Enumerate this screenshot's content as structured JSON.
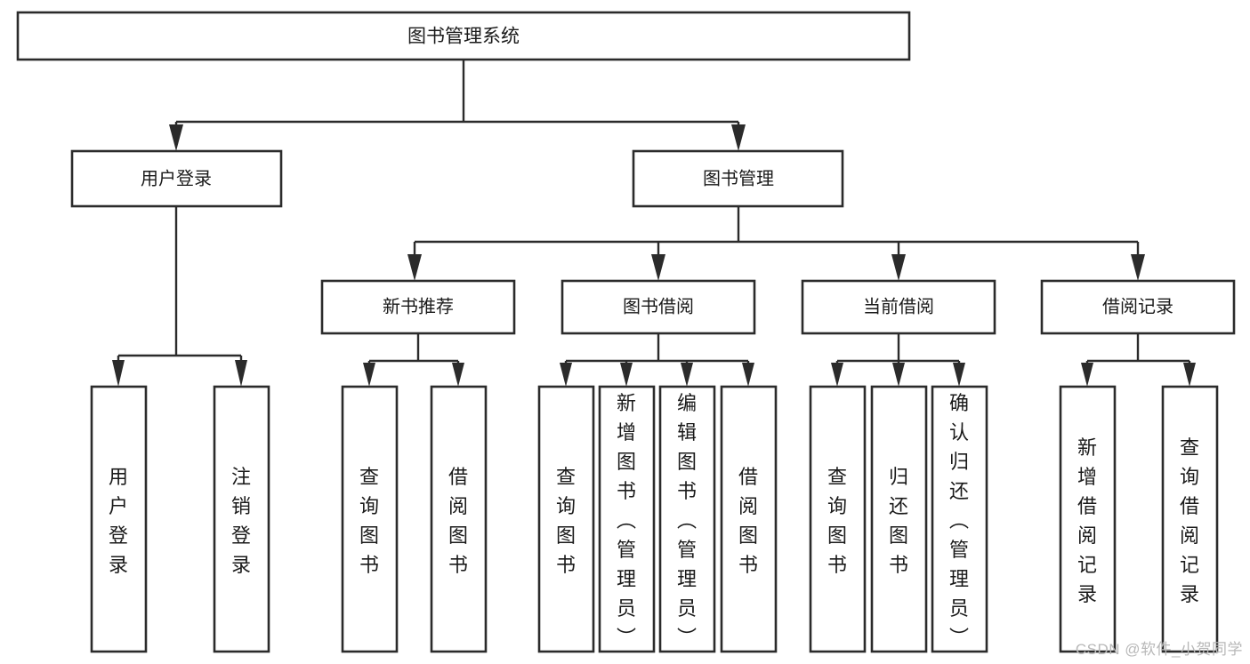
{
  "diagram": {
    "title": "图书管理系统",
    "type": "tree",
    "orientation": "top-down",
    "watermark": "CSDN @软件_小贺同学",
    "colors": {
      "box_fill": "#ffffff",
      "box_stroke": "#2b2b2b",
      "text": "#1a1a1a",
      "link": "#2b2b2b",
      "watermark": "#b8b8b8",
      "background": "#ffffff"
    }
  },
  "nodes": {
    "root": {
      "id": "root",
      "label": "图书管理系统",
      "level": 1
    },
    "level2": [
      {
        "id": "user-login",
        "label": "用户登录",
        "level": 2
      },
      {
        "id": "book-manage",
        "label": "图书管理",
        "level": 2
      }
    ],
    "level3": [
      {
        "id": "new-book-recommend",
        "label": "新书推荐",
        "level": 3,
        "parent": "book-manage"
      },
      {
        "id": "book-borrow",
        "label": "图书借阅",
        "level": 3,
        "parent": "book-manage"
      },
      {
        "id": "current-borrow",
        "label": "当前借阅",
        "level": 3,
        "parent": "book-manage"
      },
      {
        "id": "borrow-record",
        "label": "借阅记录",
        "level": 3,
        "parent": "book-manage"
      }
    ],
    "leaves": [
      {
        "id": "leaf-user-login",
        "label": "用户登录",
        "parent": "user-login"
      },
      {
        "id": "leaf-logout-login",
        "label": "注销登录",
        "parent": "user-login"
      },
      {
        "id": "leaf-query-book-1",
        "label": "查询图书",
        "parent": "new-book-recommend"
      },
      {
        "id": "leaf-borrow-book-1",
        "label": "借阅图书",
        "parent": "new-book-recommend"
      },
      {
        "id": "leaf-query-book-2",
        "label": "查询图书",
        "parent": "book-borrow"
      },
      {
        "id": "leaf-add-book",
        "label": "新增图书（管理员）",
        "parent": "book-borrow"
      },
      {
        "id": "leaf-edit-book",
        "label": "编辑图书（管理员）",
        "parent": "book-borrow"
      },
      {
        "id": "leaf-borrow-book-2",
        "label": "借阅图书",
        "parent": "book-borrow"
      },
      {
        "id": "leaf-query-book-3",
        "label": "查询图书",
        "parent": "current-borrow"
      },
      {
        "id": "leaf-return-book",
        "label": "归还图书",
        "parent": "current-borrow"
      },
      {
        "id": "leaf-confirm-return",
        "label": "确认归还（管理员）",
        "parent": "current-borrow"
      },
      {
        "id": "leaf-add-record",
        "label": "新增借阅记录",
        "parent": "borrow-record"
      },
      {
        "id": "leaf-query-record",
        "label": "查询借阅记录",
        "parent": "borrow-record"
      }
    ]
  }
}
